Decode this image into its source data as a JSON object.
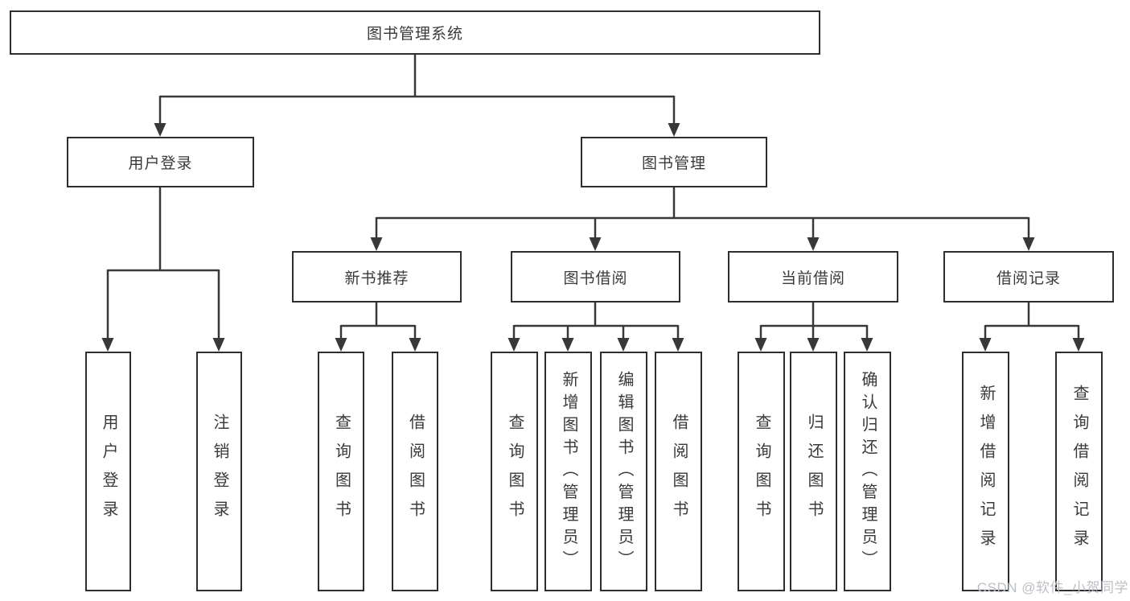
{
  "tree": {
    "root": {
      "label": "图书管理系统"
    },
    "level1": [
      {
        "label": "用户登录",
        "children": [
          "用户登录",
          "注销登录"
        ]
      },
      {
        "label": "图书管理"
      }
    ],
    "level2": [
      {
        "label": "新书推荐",
        "children": [
          "查询图书",
          "借阅图书"
        ]
      },
      {
        "label": "图书借阅",
        "children": [
          "查询图书",
          "新增图书（管理员）",
          "编辑图书（管理员）",
          "借阅图书"
        ]
      },
      {
        "label": "当前借阅",
        "children": [
          "查询图书",
          "归还图书",
          "确认归还（管理员）"
        ]
      },
      {
        "label": "借阅记录",
        "children": [
          "新增借阅记录",
          "查询借阅记录"
        ]
      }
    ]
  },
  "watermark": {
    "text": "CSDN @软件_小贺同学"
  },
  "colors": {
    "line": "#383838",
    "box_border": "#2e2e2e",
    "text": "#3a3a3a",
    "watermark": "#bcc0c6",
    "background": "#ffffff"
  }
}
